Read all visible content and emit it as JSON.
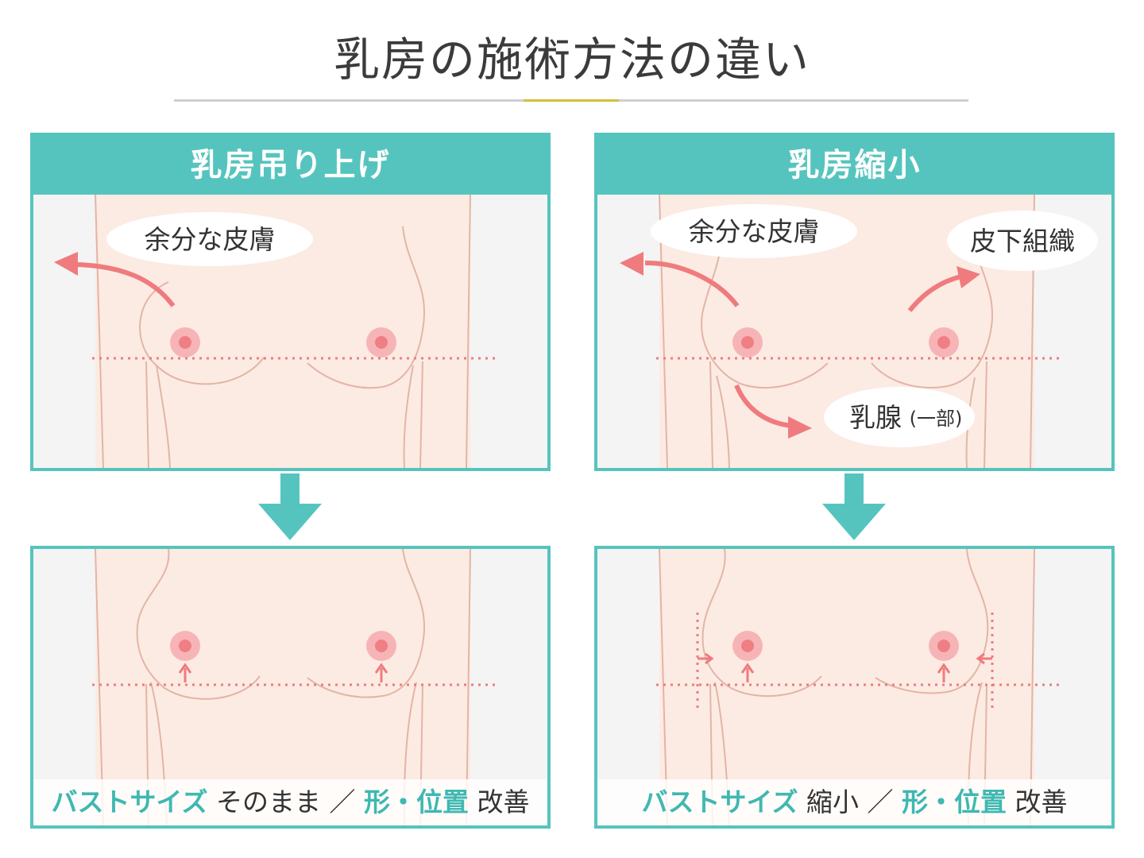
{
  "title": "乳房の施術方法の違い",
  "colors": {
    "teal": "#56c4be",
    "gold_accent": "#d2bf3c",
    "skin": "#fcebe3",
    "outline": "#e2b5a6",
    "nipple": "#ef7f84",
    "arrow": "#ef7b7e"
  },
  "lift": {
    "header": "乳房吊り上げ",
    "bubble_skin": "余分な皮膚",
    "caption": {
      "part1": "バストサイズ",
      "part2": "そのまま ／",
      "part3": "形・位置",
      "part4": "改善"
    }
  },
  "reduction": {
    "header": "乳房縮小",
    "bubble_skin": "余分な皮膚",
    "bubble_tissue": "皮下組織",
    "bubble_gland": "乳腺",
    "bubble_gland_note": "(一部)",
    "caption": {
      "part1": "バストサイズ",
      "part2": "縮小 ／",
      "part3": "形・位置",
      "part4": "改善"
    }
  },
  "icons": {
    "down_arrow": "down-arrow-icon",
    "curved_arrow": "curved-arrow-icon",
    "up_arrow": "up-arrow-icon",
    "inward_arrow": "inward-arrow-icon"
  }
}
